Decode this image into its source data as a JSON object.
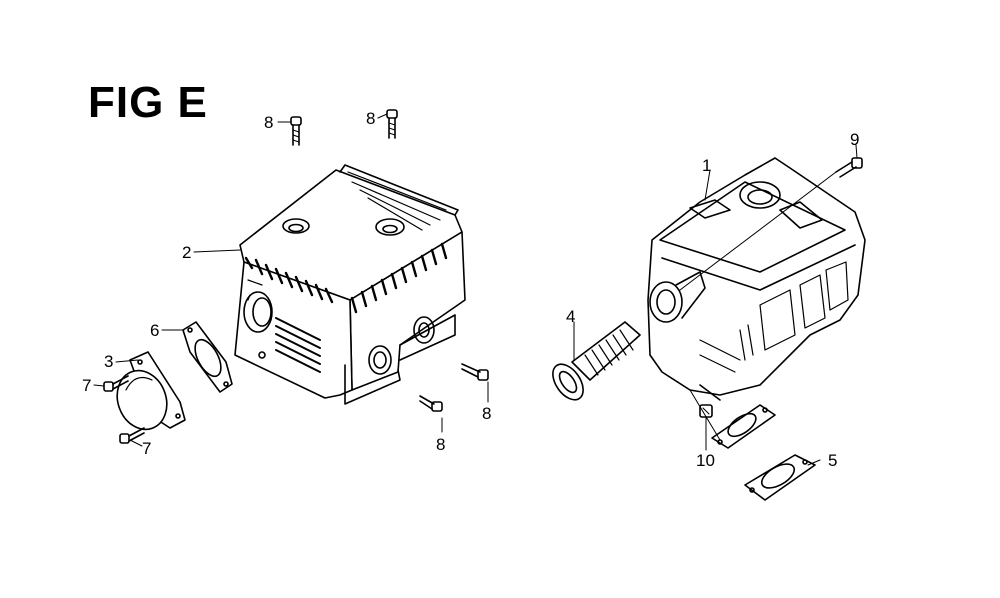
{
  "figure": {
    "title": "FIG E"
  },
  "callouts": [
    {
      "id": "c8a",
      "label": "8"
    },
    {
      "id": "c8b",
      "label": "8"
    },
    {
      "id": "c2",
      "label": "2"
    },
    {
      "id": "c6",
      "label": "6"
    },
    {
      "id": "c3",
      "label": "3"
    },
    {
      "id": "c7a",
      "label": "7"
    },
    {
      "id": "c7b",
      "label": "7"
    },
    {
      "id": "c8c",
      "label": "8"
    },
    {
      "id": "c8d",
      "label": "8"
    },
    {
      "id": "c1",
      "label": "1"
    },
    {
      "id": "c9",
      "label": "9"
    },
    {
      "id": "c4",
      "label": "4"
    },
    {
      "id": "c10",
      "label": "10"
    },
    {
      "id": "c5",
      "label": "5"
    }
  ]
}
